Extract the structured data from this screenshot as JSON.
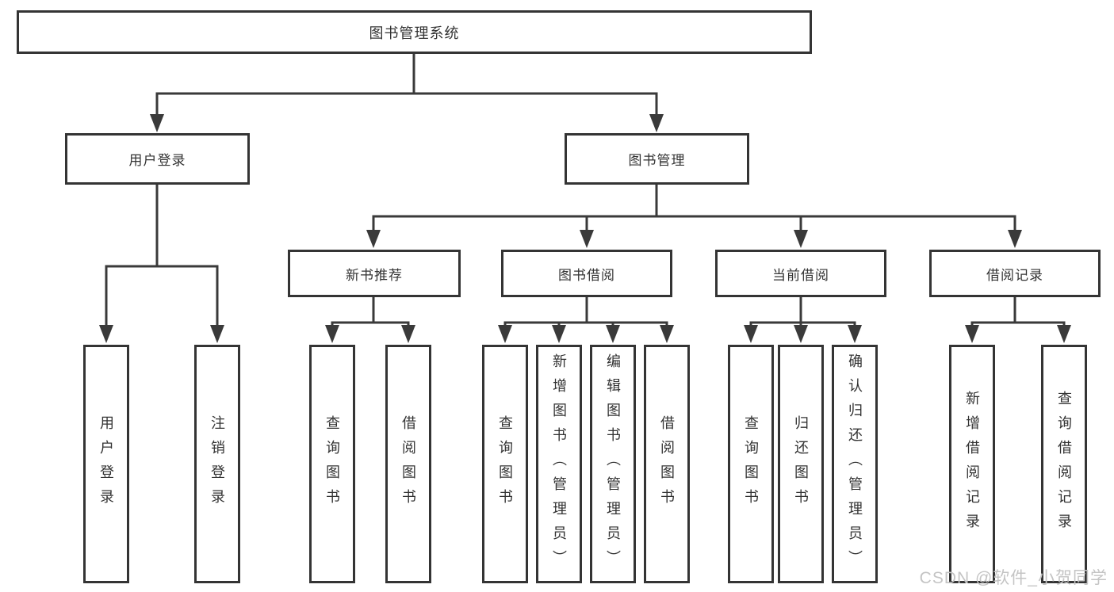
{
  "nodes": {
    "root": {
      "label": "图书管理系统"
    },
    "branches": [
      {
        "label": "用户登录"
      },
      {
        "label": "图书管理"
      }
    ],
    "modules": [
      {
        "label": "新书推荐"
      },
      {
        "label": "图书借阅"
      },
      {
        "label": "当前借阅"
      },
      {
        "label": "借阅记录"
      }
    ],
    "leaves": [
      {
        "label": "用户登录"
      },
      {
        "label": "注销登录"
      },
      {
        "label": "查询图书"
      },
      {
        "label": "借阅图书"
      },
      {
        "label": "查询图书"
      },
      {
        "label": "新增图书（管理员）"
      },
      {
        "label": "编辑图书（管理员）"
      },
      {
        "label": "借阅图书"
      },
      {
        "label": "查询图书"
      },
      {
        "label": "归还图书"
      },
      {
        "label": "确认归还（管理员）"
      },
      {
        "label": "新增借阅记录"
      },
      {
        "label": "查询借阅记录"
      }
    ]
  },
  "watermark": {
    "text": "CSDN @软件_小贺同学"
  },
  "colors": {
    "line": "#3a3a3a",
    "box_border": "#343434",
    "text": "#333333",
    "watermark": "#c4c4c4",
    "background": "#ffffff"
  }
}
